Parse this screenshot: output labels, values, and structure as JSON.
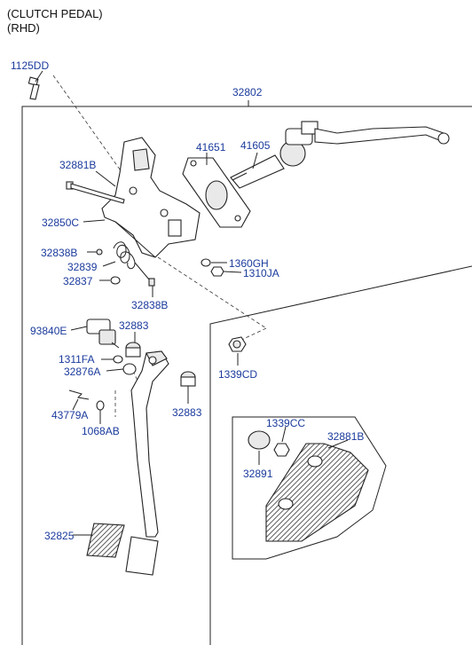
{
  "header": {
    "title": "(CLUTCH PEDAL)",
    "subtitle": "(RHD)"
  },
  "parts": {
    "p1125DD": "1125DD",
    "p32802": "32802",
    "p41651": "41651",
    "p41605": "41605",
    "p32881B_top": "32881B",
    "p32850C": "32850C",
    "p32838B_left": "32838B",
    "p32839": "32839",
    "p32837": "32837",
    "p32838B_mid": "32838B",
    "p1360GH": "1360GH",
    "p1310JA": "1310JA",
    "p93840E": "93840E",
    "p32883_top": "32883",
    "p1311FA": "1311FA",
    "p32876A": "32876A",
    "p43779A": "43779A",
    "p1068AB": "1068AB",
    "p32883_right": "32883",
    "p1339CD": "1339CD",
    "p1339CC": "1339CC",
    "p32881B_pad": "32881B",
    "p32891": "32891",
    "p32825": "32825"
  },
  "colors": {
    "label": "#1a3a9c",
    "line": "#222222"
  }
}
